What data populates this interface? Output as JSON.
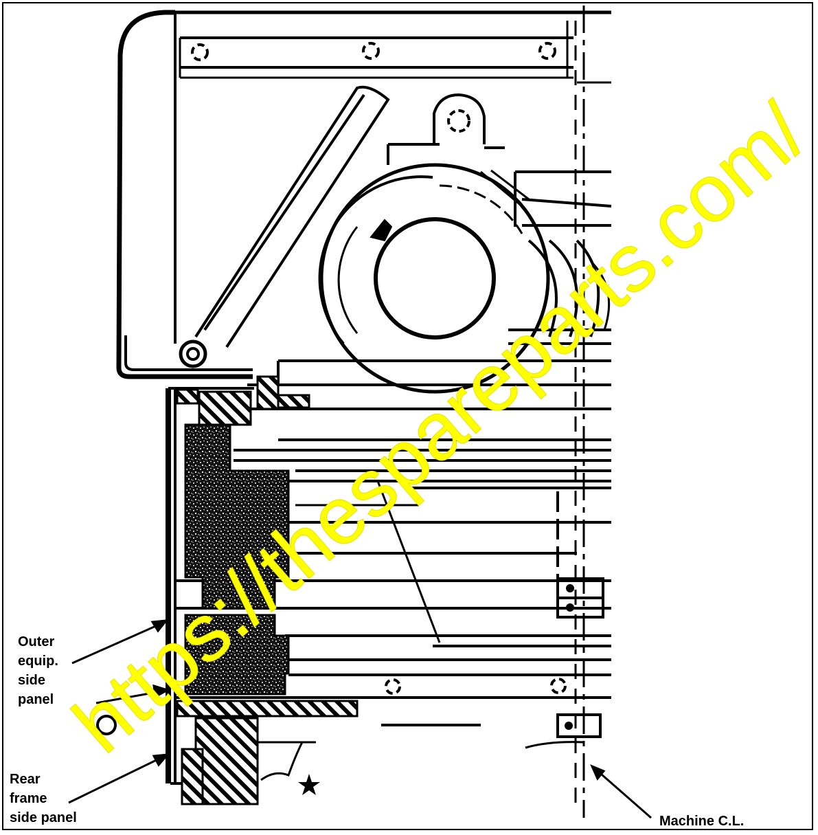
{
  "labels": {
    "outer_panel": [
      "Outer",
      "equip.",
      "side",
      "panel"
    ],
    "rear_panel": [
      "Rear",
      "frame",
      "side panel"
    ],
    "centerline": "Machine C.L."
  },
  "watermark": "https://thespareparts.com/",
  "colors": {
    "line": "#000000",
    "background": "#ffffff",
    "watermark": "#ffff00"
  },
  "icons": {
    "marker": "star-icon",
    "flow": "arrow-icon"
  }
}
